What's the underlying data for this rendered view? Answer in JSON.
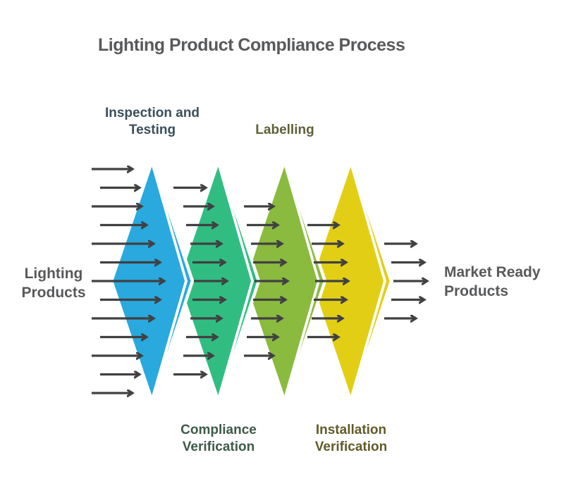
{
  "title": "Lighting Product Compliance Process",
  "input_label": "Lighting\nProducts",
  "output_label": "Market Ready\nProducts",
  "stages": [
    {
      "name": "Inspection and\nTesting",
      "label_position": "top",
      "color": "#29a9dd",
      "label_color": "#3a4f5b"
    },
    {
      "name": "Compliance\nVerification",
      "label_position": "bottom",
      "color": "#31bd82",
      "label_color": "#3d5a49"
    },
    {
      "name": "Labelling",
      "label_position": "top",
      "color": "#8aba3e",
      "label_color": "#5f5f39"
    },
    {
      "name": "Installation\nVerification",
      "label_position": "bottom",
      "color": "#e2cf15",
      "label_color": "#625a28"
    }
  ],
  "arrow_color": "#414042",
  "title_color": "#58595b",
  "outline_color": "#ffffff"
}
